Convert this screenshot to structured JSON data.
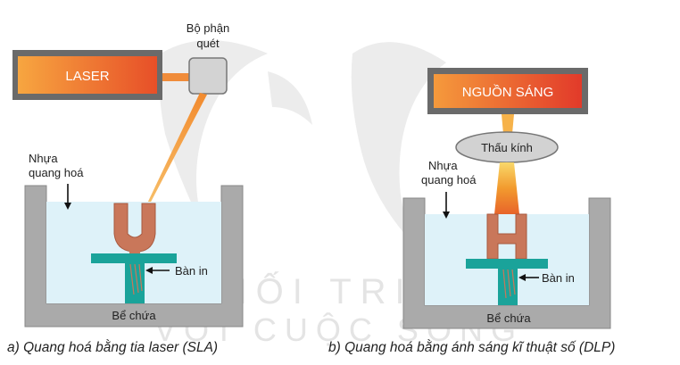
{
  "watermark": {
    "line1": "KẾT NỐI TRI THỨC",
    "line2": "VỚI CUỘC SỐNG"
  },
  "panel_a": {
    "laser_label": "LASER",
    "scanner_label_line1": "Bộ phận",
    "scanner_label_line2": "quét",
    "resin_label_line1": "Nhựa",
    "resin_label_line2": "quang hoá",
    "platform_label": "Bàn in",
    "vat_label": "Bể chứa",
    "caption": "a) Quang hoá bằng tia laser (SLA)"
  },
  "panel_b": {
    "light_source_label": "NGUỒN SÁNG",
    "lens_label": "Thấu kính",
    "resin_label_line1": "Nhựa",
    "resin_label_line2": "quang hoá",
    "platform_label": "Bàn in",
    "vat_label": "Bể chứa",
    "caption": "b) Quang hoá bằng ánh sáng kĩ thuật số (DLP)"
  },
  "colors": {
    "vat_wall": "#a9a9a9",
    "resin": "#dff2f8",
    "platform": "#1aa39a",
    "print": "#c8765a",
    "laser_grad_start": "#f59a3c",
    "laser_grad_end": "#e8542a",
    "scanner": "#cfcfcf",
    "lens": "#cfcfcf",
    "beam": "#f39a3a",
    "watermark": "#e2e2e2"
  }
}
